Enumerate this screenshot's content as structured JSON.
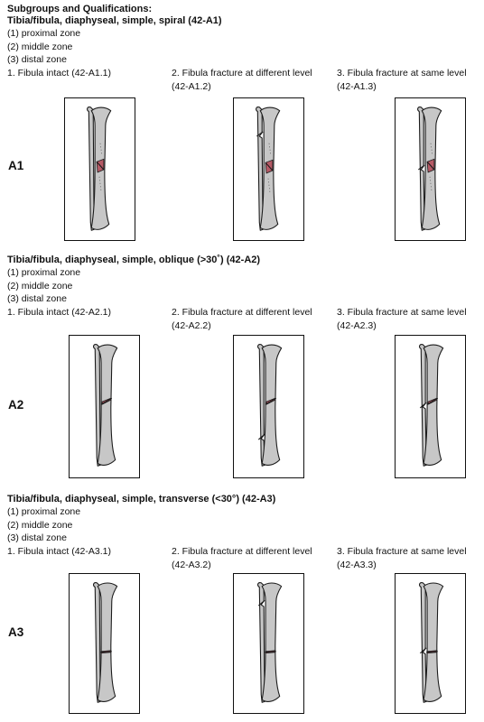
{
  "title": "Subgroups and Qualifications:",
  "zones": [
    "(1) proximal zone",
    "(2) middle zone",
    "(3) distal zone"
  ],
  "groups": [
    {
      "label": "A1",
      "heading": "Tibia/fibula, diaphyseal, simple, spiral (42-A1)",
      "subtypes": [
        {
          "line1": "1. Fibula intact (42-A1.1)",
          "line2": ""
        },
        {
          "line1": "2. Fibula fracture at different level",
          "line2": "(42-A1.2)"
        },
        {
          "line1": "3. Fibula fracture at same level",
          "line2": "(42-A1.3)"
        }
      ]
    },
    {
      "label": "A2",
      "heading": "Tibia/fibula, diaphyseal, simple, oblique (>30˚) (42-A2)",
      "subtypes": [
        {
          "line1": "1. Fibula intact (42-A2.1)",
          "line2": ""
        },
        {
          "line1": "2. Fibula fracture at different level",
          "line2": "(42-A2.2)"
        },
        {
          "line1": "3. Fibula fracture at same level",
          "line2": "(42-A2.3)"
        }
      ]
    },
    {
      "label": "A3",
      "heading": "Tibia/fibula, diaphyseal, simple, transverse (<30°) (42-A3)",
      "subtypes": [
        {
          "line1": "1. Fibula intact (42-A3.1)",
          "line2": ""
        },
        {
          "line1": "2. Fibula fracture at different level",
          "line2": "(42-A3.2)"
        },
        {
          "line1": "3. Fibula fracture at same level",
          "line2": "(42-A3.3)"
        }
      ]
    }
  ],
  "colors": {
    "bone": "#c7c7c7",
    "fracture": "#b65a66",
    "outline": "#1a1a1a"
  }
}
